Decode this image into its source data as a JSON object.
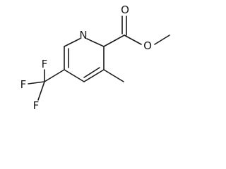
{
  "molecule": {
    "atoms": {
      "ring_nitrogen": "N",
      "carbonyl_oxygen": "O",
      "ester_oxygen": "O",
      "fluorine_top": "F",
      "fluorine_left": "F",
      "fluorine_bottom": "F"
    },
    "colors": {
      "bond": "#1a1a1a",
      "label": "#1a1a1a",
      "background": "#ffffff"
    }
  }
}
